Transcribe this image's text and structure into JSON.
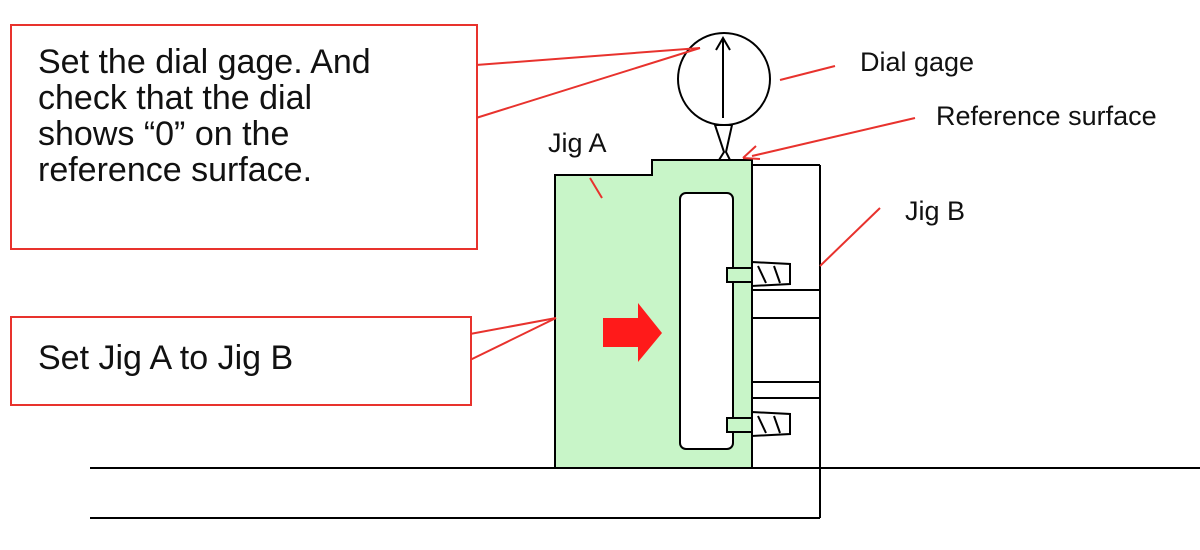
{
  "callouts": {
    "set_dial": {
      "lines": [
        "Set the dial gage. And",
        "check that the dial",
        "shows “0” on the",
        "reference surface."
      ]
    },
    "set_jig": {
      "text": "Set Jig A to Jig B"
    }
  },
  "labels": {
    "dial_gage": "Dial gage",
    "reference_surface": "Reference surface",
    "jig_a": "Jig A",
    "jig_b": "Jig B"
  },
  "colors": {
    "callout_border": "#e8322d",
    "leader_line": "#e8322d",
    "jig_a_fill": "#c8f5c8",
    "arrow_fill": "#ff1a1a",
    "outline": "#000000"
  },
  "icons": {
    "dial_needle": "up-arrow-icon",
    "push_arrow": "right-arrow-icon"
  }
}
